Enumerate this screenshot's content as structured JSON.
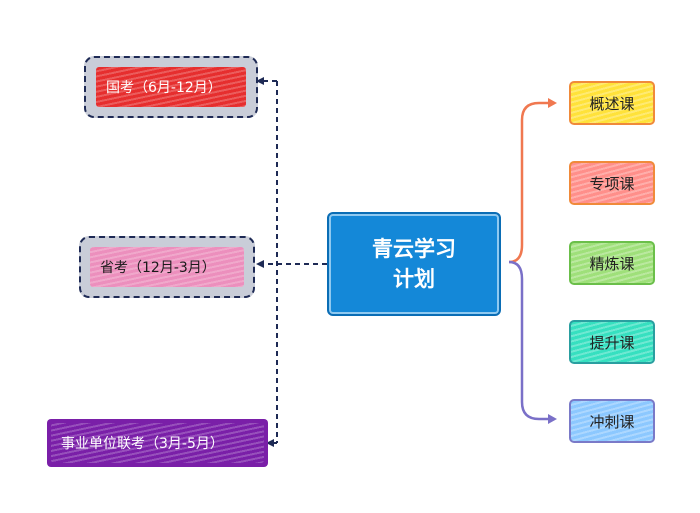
{
  "center": {
    "line1": "青云学习",
    "line2": "计划"
  },
  "left_nodes": [
    {
      "label": "国考（6月-12月）",
      "fill": "#e62e2e",
      "text_color": "#ffffff"
    },
    {
      "label": "省考（12月-3月）",
      "fill": "#ec8fbd",
      "text_color": "#1a1a1a"
    },
    {
      "label": "事业单位联考（3月-5月）",
      "fill": "#7a1fa8",
      "text_color": "#ffffff"
    }
  ],
  "right_nodes": [
    {
      "label": "概述课",
      "fill": "#ffe23a",
      "border": "#f08a3a"
    },
    {
      "label": "专项课",
      "fill": "#ff8f8a",
      "border": "#f08a3a"
    },
    {
      "label": "精炼课",
      "fill": "#9fe07a",
      "border": "#6bbf4a"
    },
    {
      "label": "提升课",
      "fill": "#36e0c0",
      "border": "#2a9fa0"
    },
    {
      "label": "冲刺课",
      "fill": "#8cc8ff",
      "border": "#7a7ac8"
    }
  ],
  "colors": {
    "center_fill": "#1488d8",
    "dashed_connector": "#1e2a55",
    "right_bracket_top": "#f07850",
    "right_bracket_bottom": "#7a70c8"
  }
}
